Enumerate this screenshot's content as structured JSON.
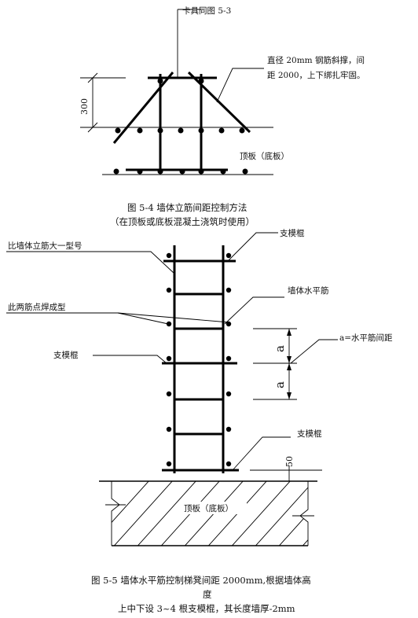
{
  "figure_4": {
    "label_clamp": "卡具同图 5-3",
    "label_brace_line1": "直径 20mm 钢筋斜撑，间",
    "label_brace_line2": "距 2000，上下绑扎牢固。",
    "dim_300": "300",
    "label_slab": "顶板（底板）",
    "caption_line1": "图 5-4    墙体立筋间距控制方法",
    "caption_line2": "（在顶板或底板混凝土浇筑时使用）"
  },
  "figure_5": {
    "label_support_top": "支模棍",
    "label_bigger_bar": "比墙体立筋大一型号",
    "label_horizontal_bar": "墙体水平筋",
    "label_weld": "此两筋点焊成型",
    "label_support_left": "支模棍",
    "label_spacing_def": "a=水平筋间距",
    "dim_a_upper": "a",
    "dim_a_lower": "a",
    "label_support_bottom": "支模棍",
    "dim_50": "50",
    "label_slab": "顶板（底板）",
    "caption_line1": "图 5-5 墙体水平筋控制梯凳间距 2000mm,根据墙体高",
    "caption_line2": "度",
    "caption_line3": "上中下设 3~4 根支模棍，其长度墙厚-2mm"
  }
}
